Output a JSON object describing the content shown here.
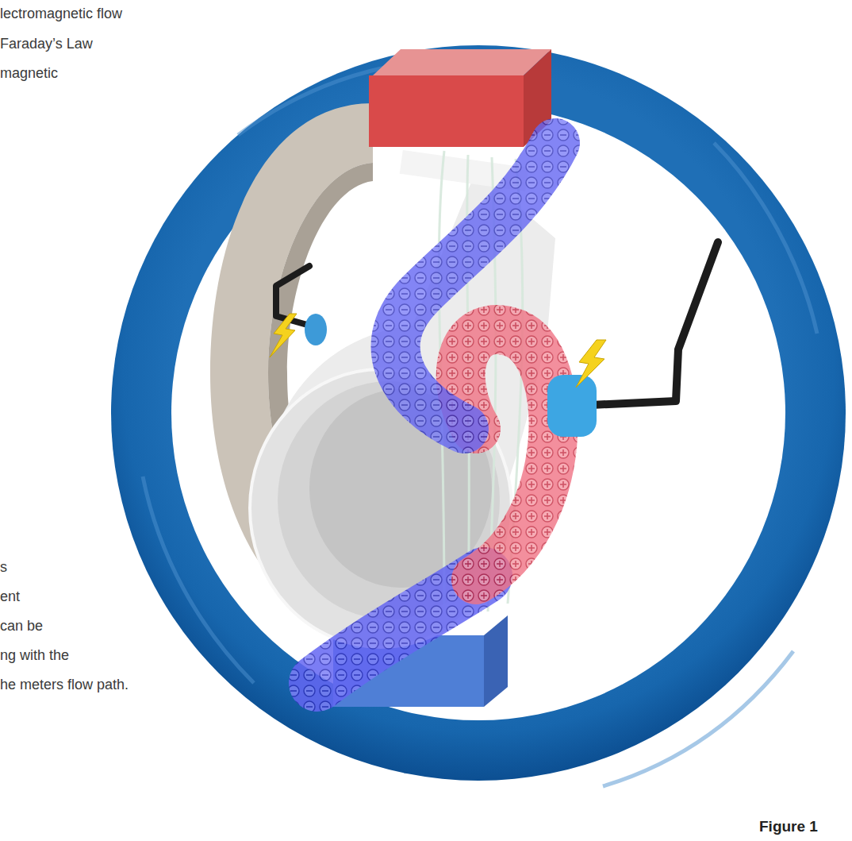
{
  "diagram": {
    "caption": "Figure 1",
    "labels": [
      "lectromagnetic flow",
      "Faraday’s Law",
      "magnetic",
      "s",
      "ent",
      "can be",
      "ng with the",
      "he meters flow path."
    ]
  }
}
